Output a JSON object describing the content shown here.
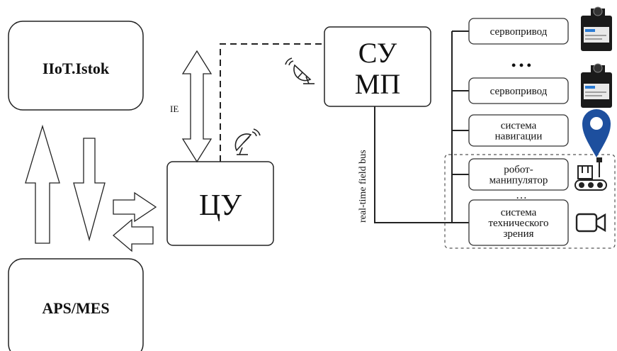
{
  "blocks": {
    "iiot": "IIoT.Istok",
    "aps": "APS/MES",
    "cu": "ЦУ",
    "su_line1": "СУ",
    "su_line2": "МП"
  },
  "labels": {
    "ie": "IE",
    "field_bus": "real-time field bus",
    "dots_top": "• • •",
    "dots_mid": "…"
  },
  "devices": [
    {
      "lines": [
        "сервопривод"
      ],
      "icon": "servo-motor-icon"
    },
    {
      "lines": [
        "сервопривод"
      ],
      "icon": "servo-motor-icon"
    },
    {
      "lines": [
        "система",
        "навигации"
      ],
      "icon": "map-pin-icon"
    },
    {
      "lines": [
        "робот-",
        "манипулятор"
      ],
      "icon": "conveyor-robot-icon"
    },
    {
      "lines": [
        "система",
        "технического",
        "зрения"
      ],
      "icon": "video-camera-icon"
    }
  ],
  "colors": {
    "line": "#1a1a1a",
    "pin": "#1d4f9e",
    "servo_body": "#1a1a1a"
  }
}
